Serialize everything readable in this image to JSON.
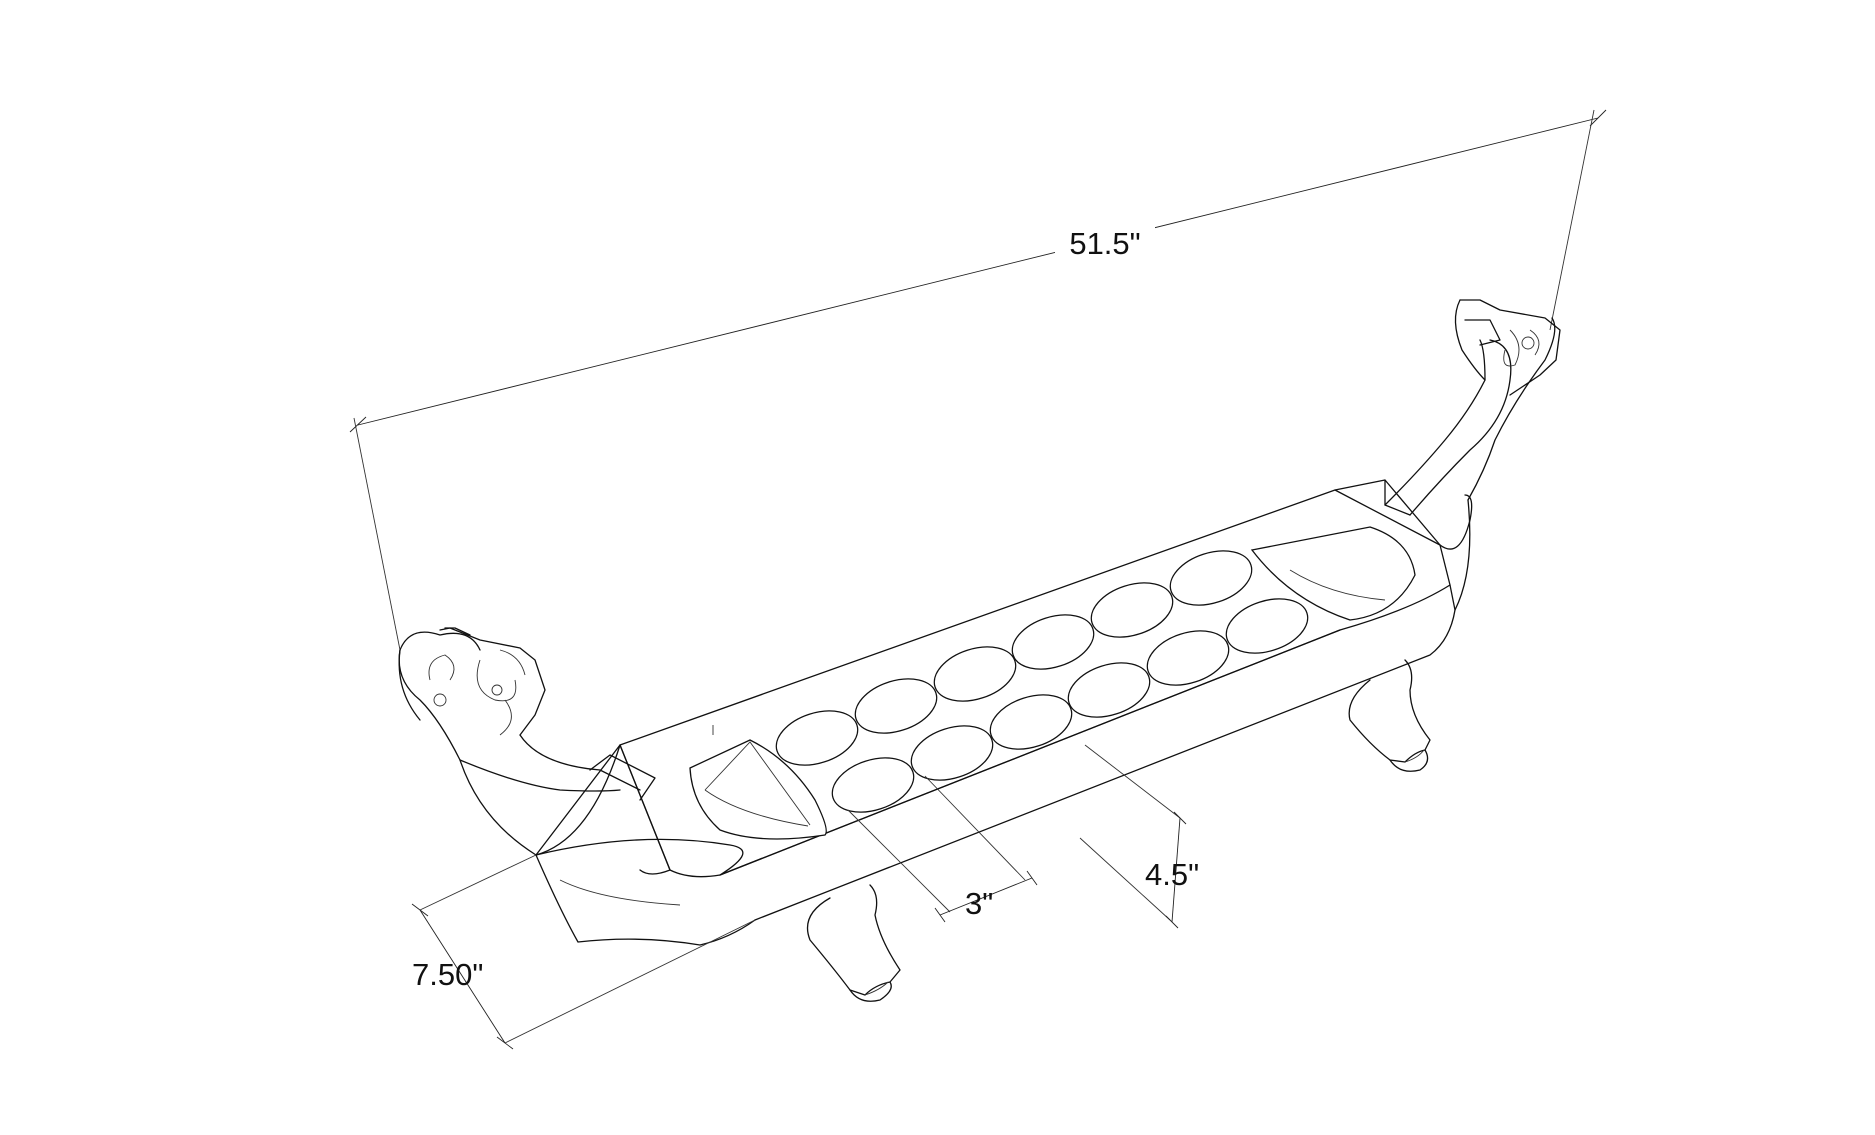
{
  "diagram": {
    "dimensions": {
      "overall_length": "51.5\"",
      "width": "7.50\"",
      "pit_diameter": "3\"",
      "pit_spacing": "4.5\""
    },
    "pits": {
      "rows": 2,
      "per_row": 6,
      "stores": 2
    },
    "colors": {
      "line": "#111111",
      "background": "#ffffff"
    }
  }
}
